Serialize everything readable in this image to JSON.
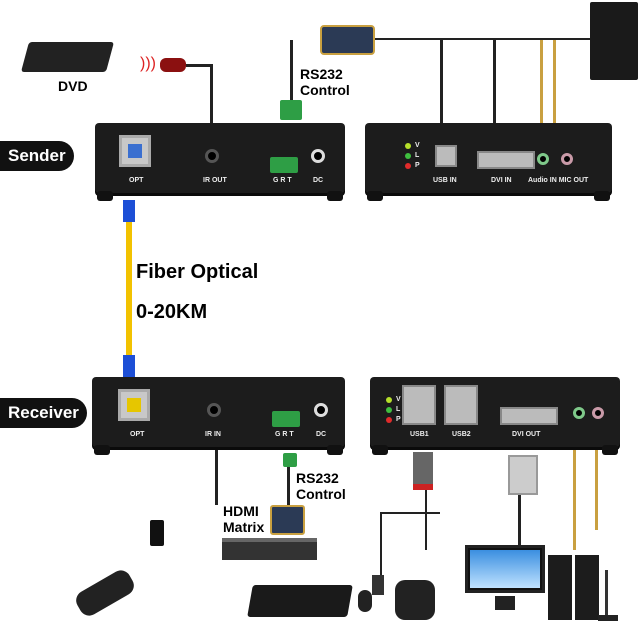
{
  "labels": {
    "dvd": "DVD",
    "rs232_top": "RS232\nControl",
    "sender": "Sender",
    "receiver": "Receiver",
    "fiber": "Fiber Optical",
    "distance": "0-20KM",
    "rs232_bottom": "RS232\nControl",
    "hdmi_matrix": "HDMI\nMatrix"
  },
  "sender_left": {
    "opt": "OPT",
    "ir": "IR OUT",
    "grt": "G R T",
    "dc": "DC"
  },
  "sender_right": {
    "leds": [
      "V",
      "L",
      "P"
    ],
    "usb": "USB IN",
    "dvi": "DVI IN",
    "audio": "Audio IN MIC OUT"
  },
  "receiver_left": {
    "opt": "OPT",
    "ir": "IR IN",
    "grt": "G R T",
    "dc": "DC"
  },
  "receiver_right": {
    "leds": [
      "V",
      "L",
      "P"
    ],
    "usb1": "USB1",
    "usb2": "USB2",
    "dvi": "DVI OUT"
  },
  "colors": {
    "fiber": "#f2c200",
    "connector": "#1d4fd6",
    "led_v": "#b6e02a",
    "led_l": "#3fbf3f",
    "led_p": "#e02b2b",
    "terminal": "#2e9e45"
  }
}
